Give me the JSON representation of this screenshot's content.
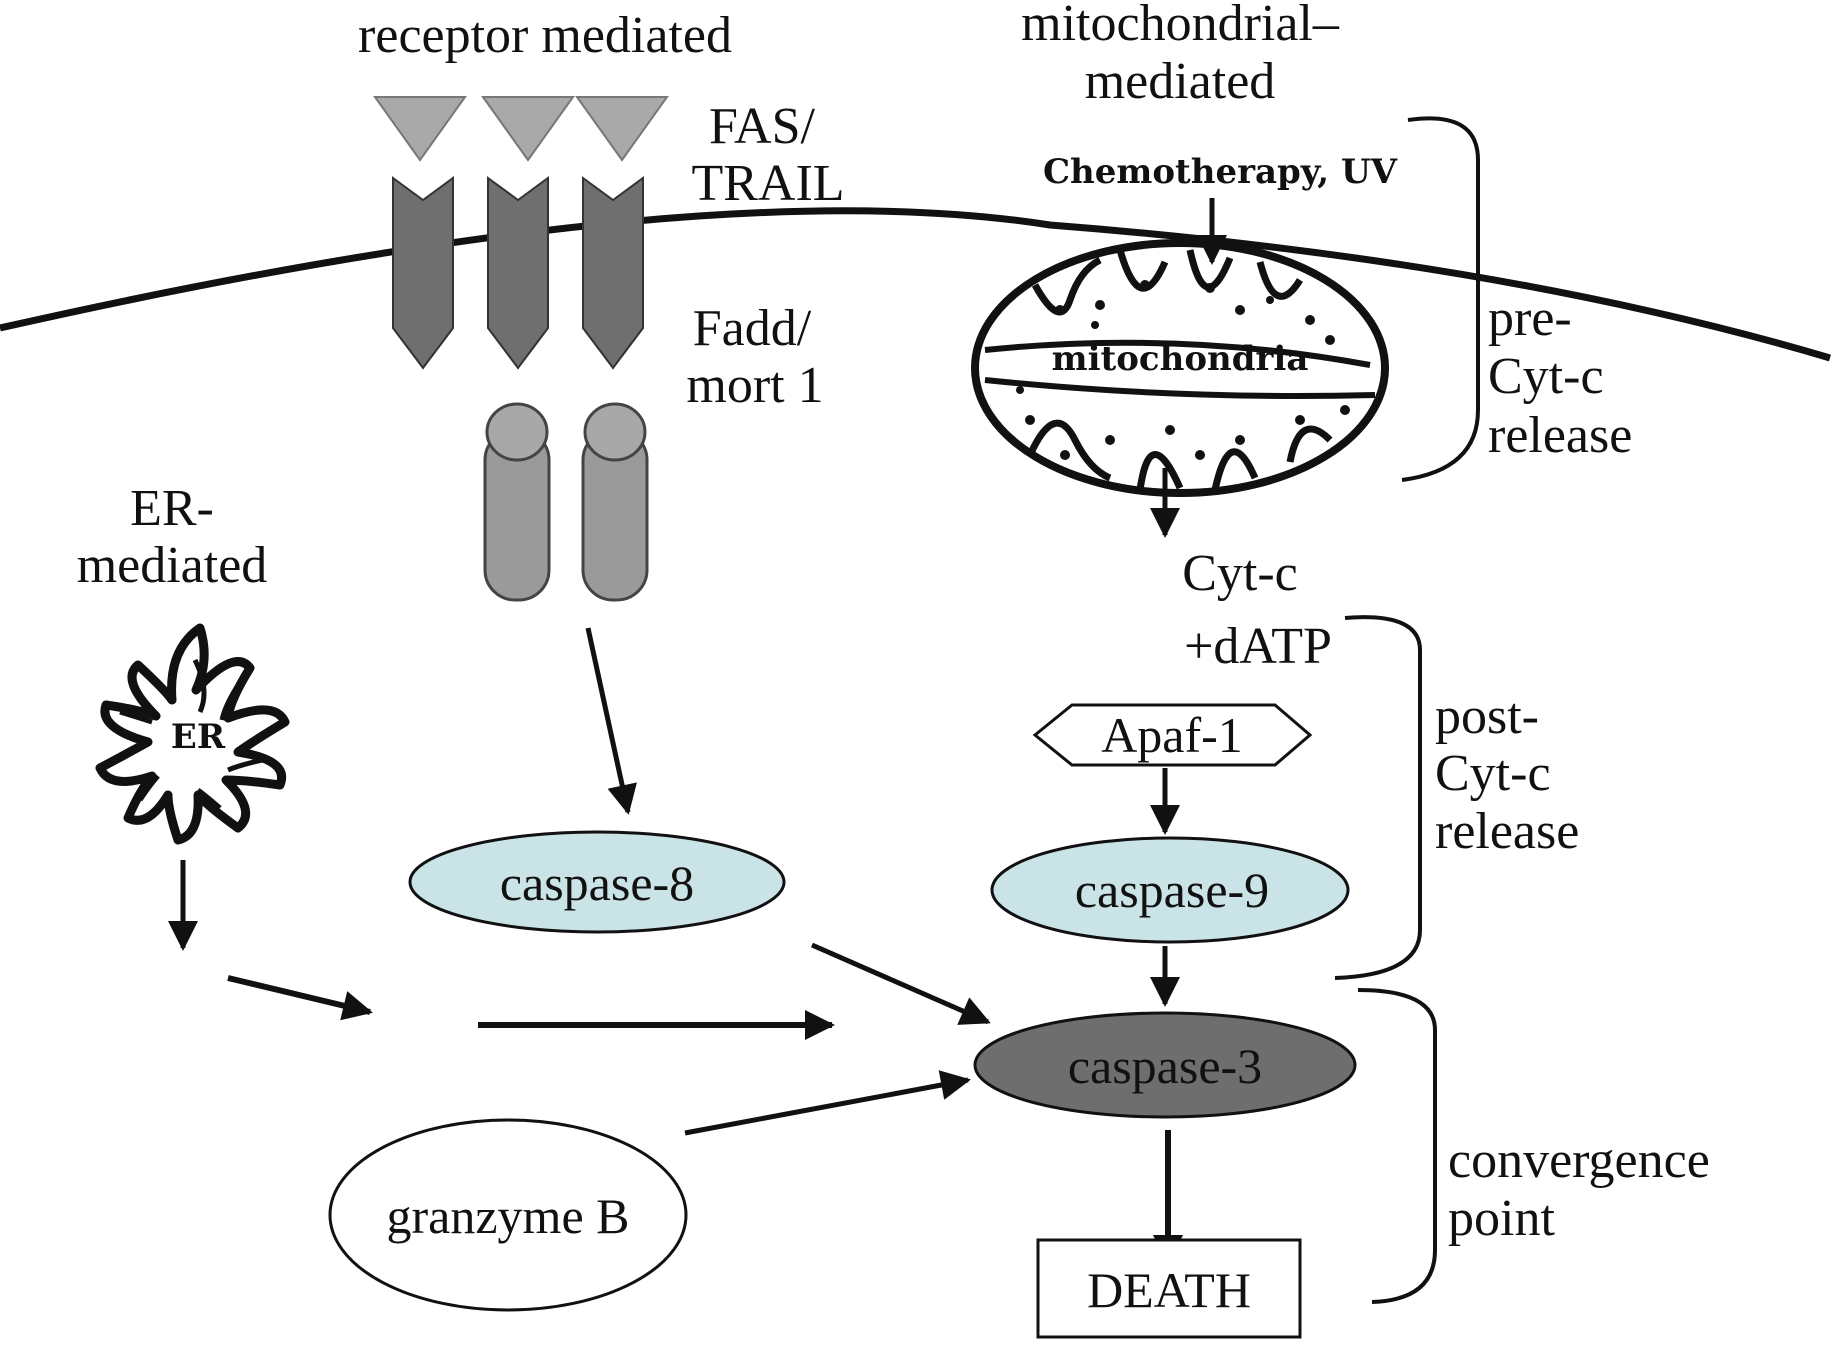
{
  "labels": {
    "receptor_mediated": "receptor mediated",
    "mito_mediated_1": "mitochondrial–",
    "mito_mediated_2": "mediated",
    "fas_1": "FAS/",
    "fas_2": "TRAIL",
    "fadd_1": "Fadd/",
    "fadd_2": "mort 1",
    "er_mediated_1": "ER-",
    "er_mediated_2": "mediated",
    "er": "ER",
    "chemo": "Chemotherapy, UV",
    "mitochondria": "mitochondria",
    "cytc_1": "Cyt-c",
    "cytc_2": "+dATP",
    "pre_1": "pre-",
    "pre_2": "Cyt-c",
    "pre_3": "release",
    "post_1": "post-",
    "post_2": "Cyt-c",
    "post_3": "release",
    "conv_1": "convergence",
    "conv_2": "point"
  },
  "nodes": {
    "apaf1": "Apaf-1",
    "caspase8": "caspase-8",
    "caspase9": "caspase-9",
    "caspase3": "caspase-3",
    "granzyme": "granzyme B",
    "death": "DEATH"
  },
  "colors": {
    "caspase_light": "#c9e3e6",
    "caspase3": "#6e6e6e",
    "receptor": "#6f6f6f",
    "ligand": "#a9a9a9",
    "adaptor": "#9a9a9a"
  }
}
